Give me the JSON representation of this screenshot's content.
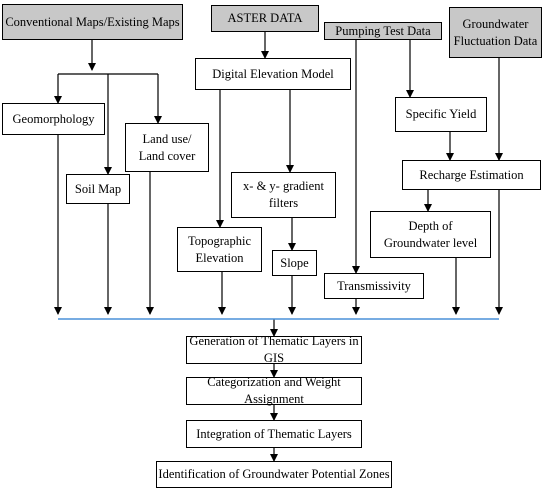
{
  "sources": {
    "conventional_maps": "Conventional Maps/Existing Maps",
    "aster_data": "ASTER DATA",
    "pumping_test_data": "Pumping Test Data",
    "groundwater_fluctuation_data": "Groundwater\nFluctuation Data"
  },
  "intermediate": {
    "digital_elevation_model": "Digital Elevation Model",
    "gradient_filters": "x- & y- gradient\nfilters",
    "specific_yield": "Specific Yield",
    "recharge_estimation": "Recharge Estimation"
  },
  "thematic": {
    "geomorphology": "Geomorphology",
    "soil_map": "Soil Map",
    "land_use": "Land use/\nLand cover",
    "topographic_elevation": "Topographic\nElevation",
    "slope": "Slope",
    "transmissivity": "Transmissivity",
    "depth_groundwater": "Depth of\nGroundwater level"
  },
  "process": {
    "generation": "Generation of Thematic Layers in GIS",
    "categorization": "Categorization and Weight Assignment",
    "integration": "Integration of Thematic Layers",
    "identification": "Identification of Groundwater Potential Zones"
  },
  "colors": {
    "source_fill": "#c8c8c8",
    "merge_line": "#4a90d9",
    "line": "#000000"
  }
}
